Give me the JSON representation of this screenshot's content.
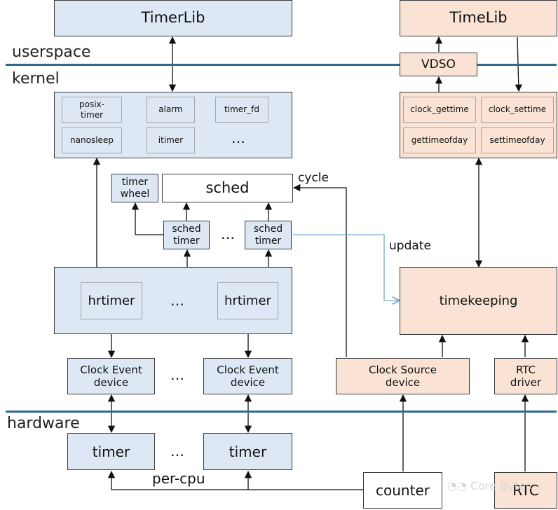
{
  "layers": {
    "userspace": "userspace",
    "kernel": "kernel",
    "hardware": "hardware"
  },
  "left": {
    "lib": "TimerLib",
    "interfaces": [
      "posix-\ntimer",
      "alarm",
      "timer_fd",
      "nanosleep",
      "itimer",
      "…"
    ],
    "timer_wheel": "timer\nwheel",
    "sched": "sched",
    "sched_timer": "sched\ntimer",
    "ellipsis": "…",
    "hrtimer": "hrtimer",
    "clock_event": "Clock Event\ndevice",
    "timer": "timer",
    "per_cpu": "per-cpu"
  },
  "right": {
    "lib": "TimeLib",
    "vdso": "VDSO",
    "calls": [
      "clock_gettime",
      "clock_settime",
      "gettimeofday",
      "settimeofday"
    ],
    "timekeeping": "timekeeping",
    "clock_source": "Clock Source\ndevice",
    "rtc_driver": "RTC\ndriver",
    "counter": "counter",
    "rtc": "RTC"
  },
  "edges": {
    "cycle": "cycle",
    "update": "update"
  },
  "watermark": "Core Bytes",
  "colors": {
    "kernel_blue": "#dde8f4",
    "time_peach": "#fae3d4",
    "separator": "#2f6a8e",
    "update_line": "#7aa7cf"
  }
}
